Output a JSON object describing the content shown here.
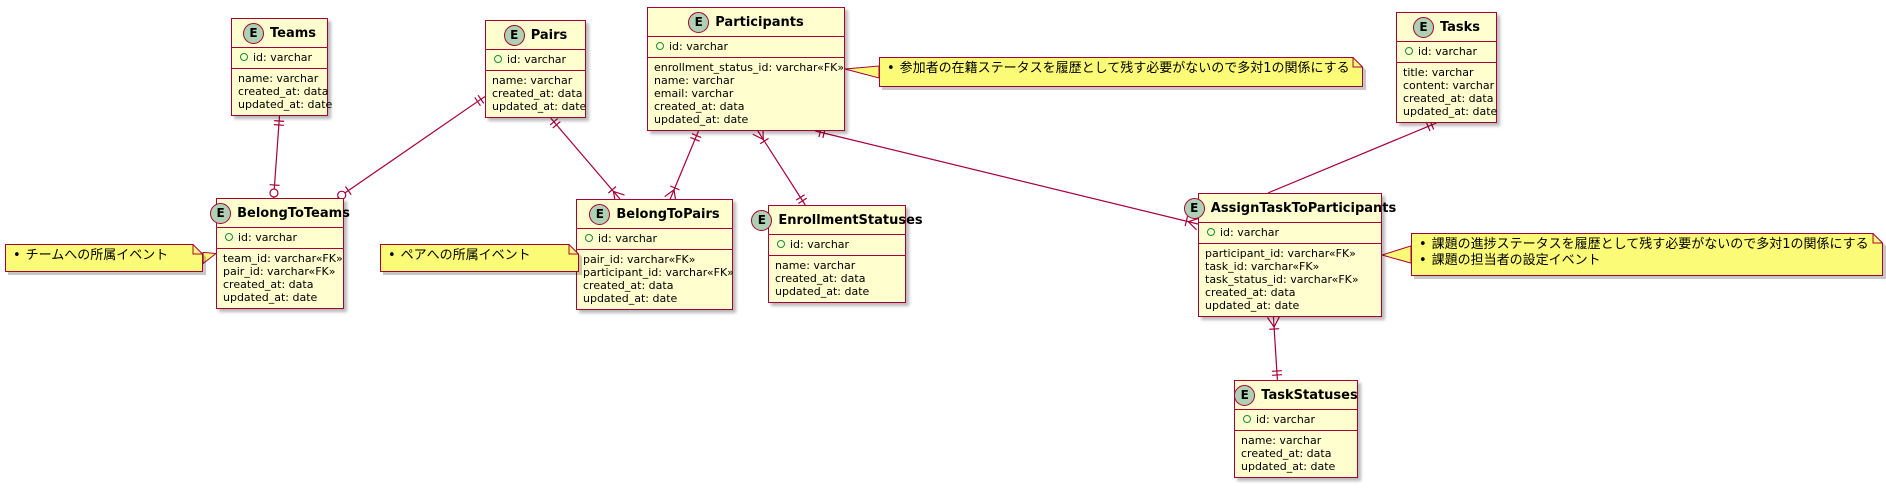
{
  "entities": [
    {
      "id": "teams",
      "name": "Teams",
      "badge": "E",
      "pk": [
        "id: varchar"
      ],
      "fields": [
        "name: varchar",
        "created_at: data",
        "updated_at: date"
      ]
    },
    {
      "id": "pairs",
      "name": "Pairs",
      "badge": "E",
      "pk": [
        "id: varchar"
      ],
      "fields": [
        "name: varchar",
        "created_at: data",
        "updated_at: date"
      ]
    },
    {
      "id": "participants",
      "name": "Participants",
      "badge": "E",
      "pk": [
        "id: varchar"
      ],
      "fields": [
        "enrollment_status_id: varchar«FK»",
        "name: varchar",
        "email: varchar",
        "created_at: data",
        "updated_at: date"
      ]
    },
    {
      "id": "tasks",
      "name": "Tasks",
      "badge": "E",
      "pk": [
        "id: varchar"
      ],
      "fields": [
        "title: varchar",
        "content: varchar",
        "created_at: data",
        "updated_at: date"
      ]
    },
    {
      "id": "belong-to-teams",
      "name": "BelongToTeams",
      "badge": "E",
      "pk": [
        "id: varchar"
      ],
      "fields": [
        "team_id: varchar«FK»",
        "pair_id: varchar«FK»",
        "created_at: data",
        "updated_at: date"
      ]
    },
    {
      "id": "belong-to-pairs",
      "name": "BelongToPairs",
      "badge": "E",
      "pk": [
        "id: varchar"
      ],
      "fields": [
        "pair_id: varchar«FK»",
        "participant_id: varchar«FK»",
        "created_at: data",
        "updated_at: date"
      ]
    },
    {
      "id": "enrollment-statuses",
      "name": "EnrollmentStatuses",
      "badge": "E",
      "pk": [
        "id: varchar"
      ],
      "fields": [
        "name: varchar",
        "created_at: data",
        "updated_at: date"
      ]
    },
    {
      "id": "assign-task-to-participants",
      "name": "AssignTaskToParticipants",
      "badge": "E",
      "pk": [
        "id: varchar"
      ],
      "fields": [
        "participant_id: varchar«FK»",
        "task_id: varchar«FK»",
        "task_status_id: varchar«FK»",
        "created_at: data",
        "updated_at: date"
      ]
    },
    {
      "id": "task-statuses",
      "name": "TaskStatuses",
      "badge": "E",
      "pk": [
        "id: varchar"
      ],
      "fields": [
        "name: varchar",
        "created_at: data",
        "updated_at: date"
      ]
    }
  ],
  "notes": [
    {
      "id": "note-participants",
      "lines": [
        "参加者の在籍ステータスを履歴として残す必要がないので多対1の関係にする"
      ]
    },
    {
      "id": "note-belong-to-teams",
      "lines": [
        "チームへの所属イベント"
      ]
    },
    {
      "id": "note-belong-to-pairs",
      "lines": [
        "ペアへの所属イベント"
      ]
    },
    {
      "id": "note-assign-task",
      "lines": [
        "課題の進捗ステータスを履歴として残す必要がないので多対1の関係にする",
        "課題の担当者の設定イベント"
      ]
    }
  ],
  "relations": [
    {
      "from": "teams",
      "to": "belong-to-teams",
      "from_end": "exactly-one",
      "to_end": "zero-or-one"
    },
    {
      "from": "pairs",
      "to": "belong-to-teams",
      "from_end": "exactly-one",
      "to_end": "zero-or-one"
    },
    {
      "from": "pairs",
      "to": "belong-to-pairs",
      "from_end": "exactly-one",
      "to_end": "one-or-many"
    },
    {
      "from": "participants",
      "to": "belong-to-pairs",
      "from_end": "exactly-one",
      "to_end": "one-or-many"
    },
    {
      "from": "participants",
      "to": "enrollment-statuses",
      "from_end": "one-or-many",
      "to_end": "exactly-one"
    },
    {
      "from": "participants",
      "to": "assign-task-to-participants",
      "from_end": "exactly-one",
      "to_end": "one-or-many"
    },
    {
      "from": "tasks",
      "to": "assign-task-to-participants",
      "from_end": "exactly-one",
      "to_end": "none"
    },
    {
      "from": "assign-task-to-participants",
      "to": "task-statuses",
      "from_end": "one-or-many",
      "to_end": "exactly-one"
    }
  ],
  "colors": {
    "entity_fill": "#FEFECE",
    "entity_border": "#A80036",
    "badge_fill": "#ADD1B2",
    "note_fill": "#FBFB77",
    "line": "#A80036"
  }
}
